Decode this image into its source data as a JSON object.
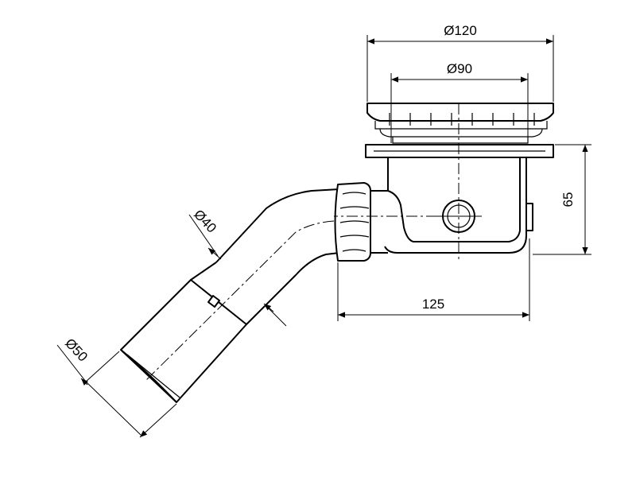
{
  "dimensions": {
    "d120": "Ø120",
    "d90": "Ø90",
    "h65": "65",
    "w125": "125",
    "d40": "Ø40",
    "d50": "Ø50"
  }
}
